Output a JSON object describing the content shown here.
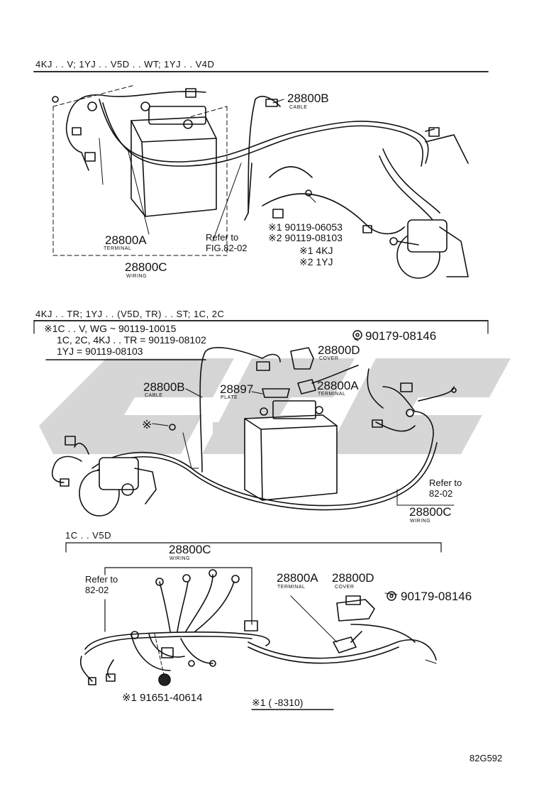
{
  "sections": [
    {
      "header": "4KJ . . V; 1YJ . . V5D . . WT; 1YJ . . V4D",
      "labels": {
        "p28800B": "28800B",
        "p28800B_sub": "CABLE",
        "p28800A": "28800A",
        "p28800A_sub": "TERMINAL",
        "p28800C": "28800C",
        "p28800C_sub": "WIRING",
        "refer1": "Refer to",
        "refer2": "FIG.82-02",
        "bolt1": "※1 90119-06053",
        "bolt2": "※2 90119-08103",
        "k1": "※1 4KJ",
        "k2": "※2 1YJ"
      }
    },
    {
      "header": "4KJ . . TR; 1YJ . . (V5D, TR) . . ST; 1C, 2C",
      "notes": [
        "※1C . . V, WG ~ 90119-10015",
        "1C, 2C, 4KJ . . TR = 90119-08102",
        "1YJ = 90119-08103"
      ],
      "labels": {
        "nut": "90179-08146",
        "p28800D": "28800D",
        "p28800D_sub": "COVER",
        "p28800B": "28800B",
        "p28800B_sub": "CABLE",
        "p28897": "28897",
        "p28897_sub": "PLATE",
        "p28800A": "28800A",
        "p28800A_sub": "TERMINAL",
        "refer1": "Refer to",
        "refer2": "82-02",
        "p28800C": "28800C",
        "p28800C_sub": "WIRING",
        "star": "※"
      }
    },
    {
      "header": "1C . . V5D",
      "labels": {
        "p28800C": "28800C",
        "p28800C_sub": "WIRING",
        "refer1": "Refer to",
        "refer2": "82-02",
        "p28800A": "28800A",
        "p28800A_sub": "TERMINAL",
        "p28800D": "28800D",
        "p28800D_sub": "COVER",
        "nut": "90179-08146",
        "grommet": "※1 91651-40614",
        "k1": "※1 (      -8310)"
      }
    }
  ],
  "figure_code": "82G592",
  "colors": {
    "ink": "#111111",
    "watermark": "#c8c8c8"
  }
}
